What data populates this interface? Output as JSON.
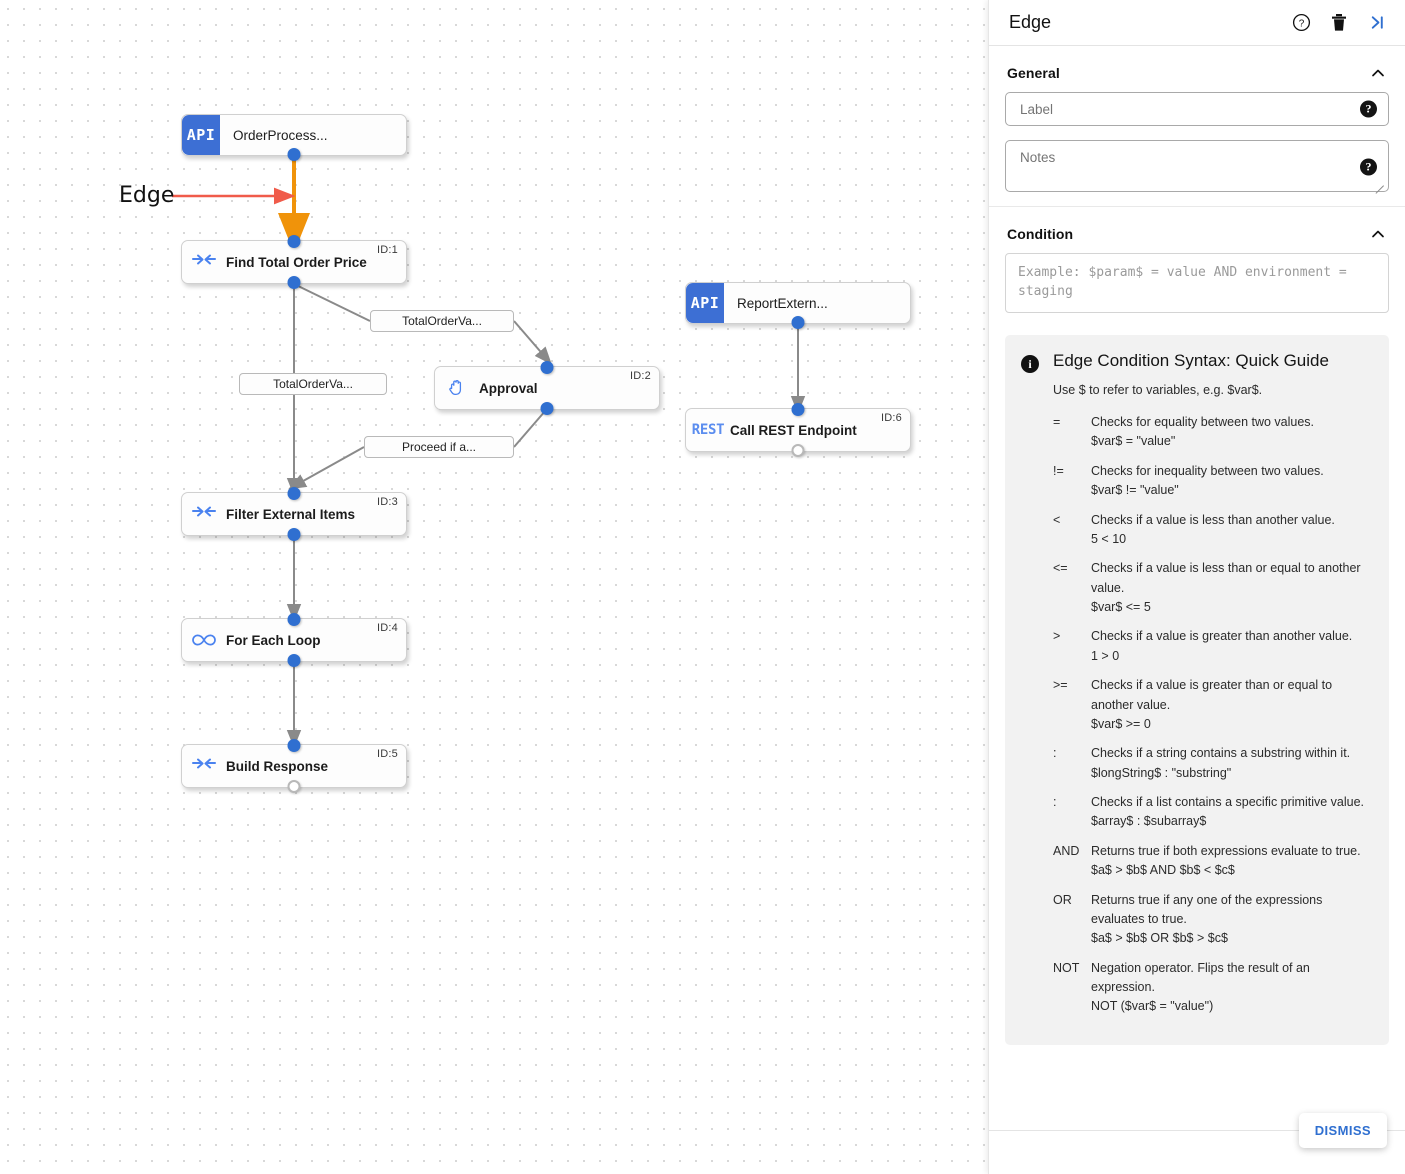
{
  "canvas": {
    "annotation": {
      "label": "Edge",
      "arrow_color": "#f05b4a",
      "highlight_edge_color": "#f0930a"
    },
    "nodes": [
      {
        "key": "order_process",
        "title": "OrderProcess...",
        "badge": "API",
        "id": "",
        "type": "api"
      },
      {
        "key": "find_total",
        "title": "Find Total Order Price",
        "badge": "",
        "id": "ID:1",
        "type": "task",
        "icon": "converge-arrows-icon"
      },
      {
        "key": "approval",
        "title": "Approval",
        "badge": "",
        "id": "ID:2",
        "type": "task",
        "icon": "hand-icon"
      },
      {
        "key": "filter_external",
        "title": "Filter External Items",
        "badge": "",
        "id": "ID:3",
        "type": "task",
        "icon": "converge-arrows-icon"
      },
      {
        "key": "for_each",
        "title": "For Each Loop",
        "badge": "",
        "id": "ID:4",
        "type": "task",
        "icon": "infinity-icon"
      },
      {
        "key": "build_response",
        "title": "Build Response",
        "badge": "",
        "id": "ID:5",
        "type": "task",
        "icon": "converge-arrows-icon"
      },
      {
        "key": "report_external",
        "title": "ReportExtern...",
        "badge": "API",
        "id": "",
        "type": "api"
      },
      {
        "key": "call_rest",
        "title": "Call REST Endpoint",
        "badge": "REST",
        "id": "ID:6",
        "type": "rest"
      }
    ],
    "edge_labels": [
      {
        "key": "to_approval",
        "text": "TotalOrderVa..."
      },
      {
        "key": "to_filter_direct",
        "text": "TotalOrderVa..."
      },
      {
        "key": "proceed",
        "text": "Proceed if a..."
      }
    ]
  },
  "panel": {
    "title": "Edge",
    "header_icons": [
      {
        "name": "help-icon",
        "glyph": "?"
      },
      {
        "name": "delete-icon",
        "glyph": "trash"
      },
      {
        "name": "collapse-right-icon",
        "glyph": ">|"
      }
    ],
    "general": {
      "heading": "General",
      "label_field": {
        "placeholder": "Label",
        "value": ""
      },
      "notes_field": {
        "placeholder": "Notes",
        "value": ""
      },
      "help_glyph": "?"
    },
    "condition": {
      "heading": "Condition",
      "placeholder": "Example: $param$ = value AND environment = staging",
      "value": ""
    },
    "guide": {
      "title": "Edge Condition Syntax: Quick Guide",
      "intro": "Use $ to refer to variables, e.g. $var$.",
      "operators": [
        {
          "op": "=",
          "desc": "Checks for equality between two values.",
          "example": "$var$ = \"value\""
        },
        {
          "op": "!=",
          "desc": "Checks for inequality between two values.",
          "example": "$var$ != \"value\""
        },
        {
          "op": "<",
          "desc": "Checks if a value is less than another value.",
          "example": "5 < 10"
        },
        {
          "op": "<=",
          "desc": "Checks if a value is less than or equal to another value.",
          "example": "$var$ <= 5"
        },
        {
          "op": ">",
          "desc": "Checks if a value is greater than another value.",
          "example": "1 > 0"
        },
        {
          "op": ">=",
          "desc": "Checks if a value is greater than or equal to another value.",
          "example": "$var$ >= 0"
        },
        {
          "op": ":",
          "desc": "Checks if a string contains a substring within it.",
          "example": "$longString$ : \"substring\""
        },
        {
          "op": ":",
          "desc": "Checks if a list contains a specific primitive value.",
          "example": "$array$ : $subarray$"
        },
        {
          "op": "AND",
          "desc": "Returns true if both expressions evaluate to true.",
          "example": "$a$ > $b$ AND $b$ < $c$"
        },
        {
          "op": "OR",
          "desc": "Returns true if any one of the expressions evaluates to true.",
          "example": "$a$ > $b$ OR $b$ > $c$"
        },
        {
          "op": "NOT",
          "desc": "Negation operator. Flips the result of an expression.",
          "example": "NOT ($var$ = \"value\")"
        }
      ]
    },
    "footer": {
      "dismiss_label": "DISMISS"
    }
  },
  "colors": {
    "accent_blue": "#2f6fd0",
    "api_badge": "#3d6fd4",
    "rest_text": "#5b8def",
    "annotation_red": "#f05b4a",
    "highlight_orange": "#f0930a",
    "port_blue": "#2f6fd0"
  }
}
